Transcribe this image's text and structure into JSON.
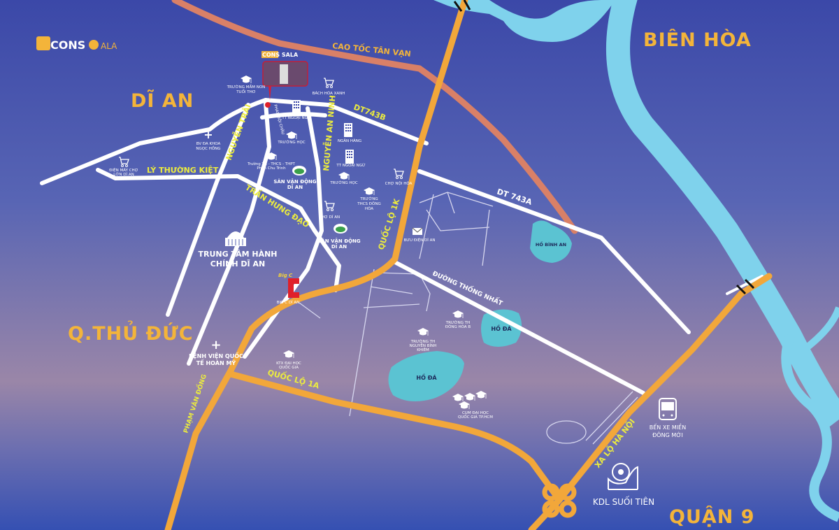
{
  "logo": {
    "text_a": "CONS",
    "text_b": "ALA",
    "project_logo": "CONS SALA"
  },
  "colors": {
    "background_top": "#3b4aa8",
    "background_mid": "#9a86a8",
    "river": "#7fd2ec",
    "lake": "#5bc3d2",
    "highway": "#f2a73a",
    "expressway": "#d98067",
    "road": "#ffffff",
    "area_label": "#f3b43a",
    "road_label": "#ecec3e"
  },
  "areas": {
    "di_an": "DĨ AN",
    "bien_hoa": "BIÊN HÒA",
    "thu_duc": "Q.THỦ ĐỨC",
    "quan_9": "QUẬN 9"
  },
  "roads": {
    "cao_toc": "CAO TỐC TÂN VẠN",
    "dt743b": "DT743B",
    "dt743a": "DT 743A",
    "nguyen_trai": "NGUYỄN TRÃI",
    "nguyen_an_ninh": "NGUYỄN AN NINH",
    "ly_thuong_kiet": "LÝ THƯỜNG KIỆT",
    "tran_hung_dao": "TRẦN HƯNG ĐẠO",
    "ql1k": "QUỐC LỘ 1K",
    "thong_nhat": "ĐƯỜNG THỐNG NHẤT",
    "ql1a": "QUỐC LỘ 1A",
    "pham_van_dong": "PHẠM VĂN ĐỒNG",
    "xa_lo": "XA LỘ HÀ NỘI",
    "side_street": "PHAN BỘI CHÂU"
  },
  "places": {
    "mam_non": [
      "TRƯỜNG MẦM NON",
      "TUỔI THƠ"
    ],
    "bach_hoa": "BÁCH HÓA XANH",
    "ngoai_ngu1": "TT NGOẠI NGỮ",
    "ngan_hang": "NGÂN HÀNG",
    "ngoai_ngu2": "TT NGOẠI NGỮ",
    "truong_hoc1": "TRƯỜNG HỌC",
    "truong_hoc2": "TRƯỜNG HỌC",
    "bv_ngoc_hong": [
      "BV ĐA KHOA",
      "NGỌC HỒNG"
    ],
    "dien_may": [
      "ĐIỆN MÁY CHỢ",
      "LỚN DĨ AN"
    ],
    "phan_chu_trinh": [
      "Trường TH - THCS - THPT",
      "Phan Chu Trinh"
    ],
    "svd1": [
      "SÂN VẬN ĐỘNG",
      "DĨ AN"
    ],
    "cho_noi_hoa": "CHỢ NỘI HÓA",
    "thcs_dong_hoa": [
      "TRƯỜNG",
      "THCS ĐÔNG",
      "HÒA"
    ],
    "cho_di_an": "CHỢ DĨ AN",
    "svd2": [
      "SÂN VẬN ĐỘNG",
      "DĨ AN"
    ],
    "buu_dien": "BƯU ĐIỆN DĨ AN",
    "trung_tam": [
      "TRUNG TÂM HÀNH",
      "CHÍNH DĨ AN"
    ],
    "big_c": "BIG C DĨ AN",
    "big_c_logo": "Big C",
    "ho_binh_an": "HỒ BÌNH AN",
    "dong_hoa_b": [
      "TRƯỜNG TH",
      "ĐÔNG HÒA B"
    ],
    "nguyen_binh_khiem": [
      "TRƯỜNG TH",
      "NGUYỄN BỈNH",
      "KHIÊM"
    ],
    "ho_da1": "HỒ ĐÁ",
    "ho_da2": "HỒ ĐÁ",
    "ktx": [
      "KTX ĐẠI HỌC",
      "QUỐC GIA"
    ],
    "cum_dh": [
      "CỤM ĐẠI HỌC",
      "QUỐC GIA TP.HCM"
    ],
    "bv_hoan_my": [
      "BỆNH VIỆN QUỐC",
      "TẾ HOÀN MỸ"
    ],
    "ben_xe": [
      "BẾN XE MIỀN",
      "ĐÔNG MỚI"
    ],
    "suoi_tien": "KDL SUỐI TIÊN"
  }
}
